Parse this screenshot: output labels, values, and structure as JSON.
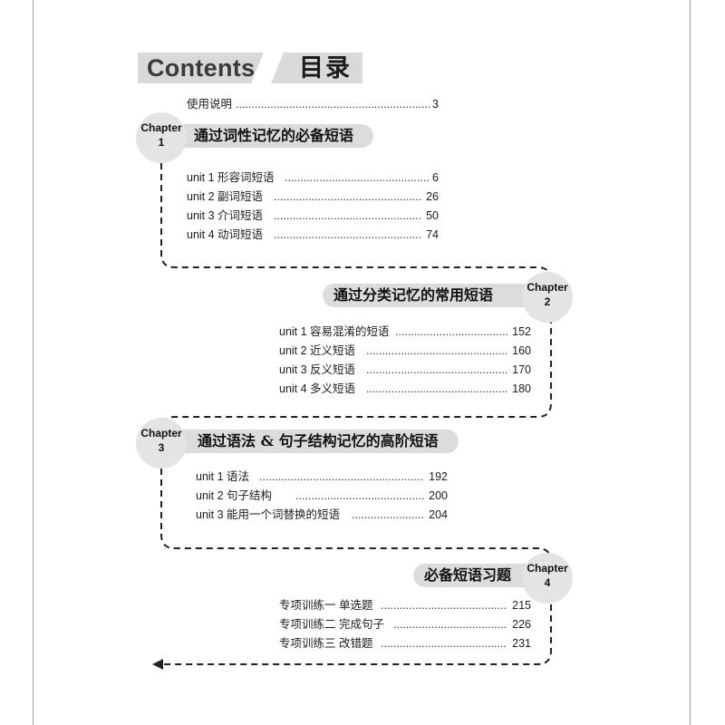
{
  "header": {
    "title_en": "Contents",
    "title_cn": "目录"
  },
  "intro": {
    "label": "使用说明",
    "page": "3"
  },
  "chapters": [
    {
      "badge_word": "Chapter",
      "badge_num": "1",
      "title": "通过词性记忆的必备短语",
      "entries": [
        {
          "label": "unit 1  形容词短语",
          "page": "6"
        },
        {
          "label": "unit 2  副词短语",
          "page": "26"
        },
        {
          "label": "unit 3  介词短语",
          "page": "50"
        },
        {
          "label": "unit 4  动词短语",
          "page": "74"
        }
      ]
    },
    {
      "badge_word": "Chapter",
      "badge_num": "2",
      "title": "通过分类记忆的常用短语",
      "entries": [
        {
          "label": "unit 1  容易混淆的短语",
          "page": "152"
        },
        {
          "label": "unit 2  近义短语",
          "page": "160"
        },
        {
          "label": "unit 3  反义短语",
          "page": "170"
        },
        {
          "label": "unit 4  多义短语",
          "page": "180"
        }
      ]
    },
    {
      "badge_word": "Chapter",
      "badge_num": "3",
      "title": "通过语法 & 句子结构记忆的高阶短语",
      "entries": [
        {
          "label": "unit 1  语法",
          "page": "192"
        },
        {
          "label": "unit 2  句子结构",
          "page": "200"
        },
        {
          "label": "unit 3  能用一个词替换的短语",
          "page": "204"
        }
      ]
    },
    {
      "badge_word": "Chapter",
      "badge_num": "4",
      "title": "必备短语习题",
      "entries": [
        {
          "label": "专项训练一  单选题",
          "page": "215"
        },
        {
          "label": "专项训练二  完成句子",
          "page": "226"
        },
        {
          "label": "专项训练三  改错题",
          "page": "231"
        }
      ]
    }
  ],
  "icons": {
    "path_arrow": "arrow-left-icon"
  },
  "colors": {
    "band_gray": "#d9d9d9",
    "badge_gray": "#e4e4e4",
    "title_bar_gray": "#dcdcdc",
    "text": "#111111"
  }
}
